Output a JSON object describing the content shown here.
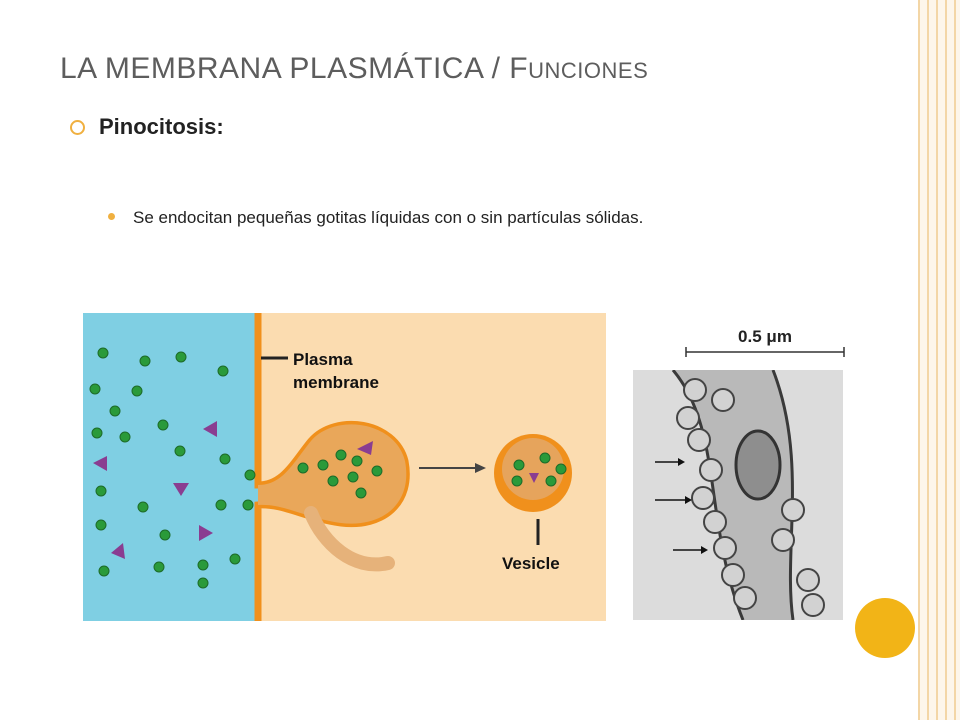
{
  "slide": {
    "title_caps": "LA MEMBRANA PLASMÁTICA / F",
    "title_small": "UNCIONES",
    "heading": "Pinocitosis:",
    "bullet": "Se endocitan pequeñas gotitas líquidas con o sin partículas sólidas."
  },
  "figure": {
    "labels": {
      "plasma_line1": "Plasma",
      "plasma_line2": "membrane",
      "vesicle": "Vesicle"
    },
    "colors": {
      "extracellular": "#7fcfe3",
      "cytoplasm": "#fbdcb0",
      "membrane": "#f0901c",
      "particle": "#2a9a3a",
      "solute": "#8a3d91"
    }
  },
  "micrograph": {
    "scale_value": "0.5",
    "scale_unit": "μm"
  },
  "theme": {
    "accent": "#f2b417",
    "border": "#f3d6a6"
  }
}
